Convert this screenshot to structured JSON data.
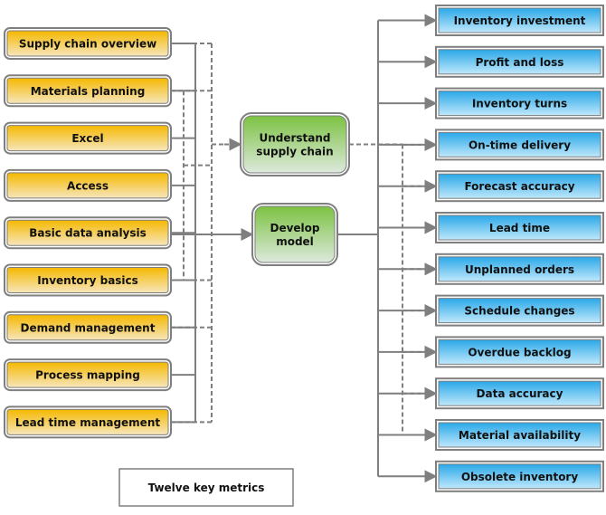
{
  "caption": "Twelve key metrics",
  "skills": [
    {
      "id": "supply-chain-overview",
      "label": "Supply chain overview"
    },
    {
      "id": "materials-planning",
      "label": "Materials planning"
    },
    {
      "id": "excel",
      "label": "Excel"
    },
    {
      "id": "access",
      "label": "Access"
    },
    {
      "id": "basic-data-analysis",
      "label": "Basic data analysis"
    },
    {
      "id": "inventory-basics",
      "label": "Inventory basics"
    },
    {
      "id": "demand-management",
      "label": "Demand management"
    },
    {
      "id": "process-mapping",
      "label": "Process mapping"
    },
    {
      "id": "lead-time-management",
      "label": "Lead time management"
    }
  ],
  "hubs": [
    {
      "id": "understand",
      "lines": [
        "Understand",
        "supply chain"
      ]
    },
    {
      "id": "develop",
      "lines": [
        "Develop",
        "model"
      ]
    }
  ],
  "metrics": [
    {
      "id": "inventory-investment",
      "label": "Inventory investment"
    },
    {
      "id": "profit-and-loss",
      "label": "Profit and loss"
    },
    {
      "id": "inventory-turns",
      "label": "Inventory turns"
    },
    {
      "id": "on-time-delivery",
      "label": "On-time delivery"
    },
    {
      "id": "forecast-accuracy",
      "label": "Forecast accuracy"
    },
    {
      "id": "lead-time",
      "label": "Lead time"
    },
    {
      "id": "unplanned-orders",
      "label": "Unplanned orders"
    },
    {
      "id": "schedule-changes",
      "label": "Schedule changes"
    },
    {
      "id": "overdue-backlog",
      "label": "Overdue backlog"
    },
    {
      "id": "data-accuracy",
      "label": "Data accuracy"
    },
    {
      "id": "material-availability",
      "label": "Material availability"
    },
    {
      "id": "obsolete-inventory",
      "label": "Obsolete inventory"
    }
  ],
  "links": {
    "to_understand": [
      "supply-chain-overview",
      "materials-planning",
      "inventory-basics",
      "demand-management",
      "lead-time-management"
    ],
    "to_develop": [
      "supply-chain-overview",
      "materials-planning",
      "excel",
      "access",
      "basic-data-analysis",
      "inventory-basics",
      "demand-management",
      "process-mapping",
      "lead-time-management"
    ],
    "from_understand": [
      "on-time-delivery",
      "forecast-accuracy",
      "lead-time",
      "unplanned-orders",
      "schedule-changes",
      "overdue-backlog",
      "data-accuracy",
      "material-availability"
    ],
    "from_develop": [
      "inventory-investment",
      "profit-and-loss",
      "inventory-turns",
      "on-time-delivery",
      "forecast-accuracy",
      "lead-time",
      "unplanned-orders",
      "schedule-changes",
      "overdue-backlog",
      "data-accuracy",
      "material-availability",
      "obsolete-inventory"
    ]
  },
  "colors": {
    "skill_top": "#f5b800",
    "skill_bottom": "#f6e6bc",
    "hub_top": "#7cc242",
    "hub_bottom": "#dde9dd",
    "metric_top": "#2aa8e8",
    "metric_bottom": "#bfe8fb",
    "border": "#7f7f7f",
    "line": "#7f7f7f"
  }
}
